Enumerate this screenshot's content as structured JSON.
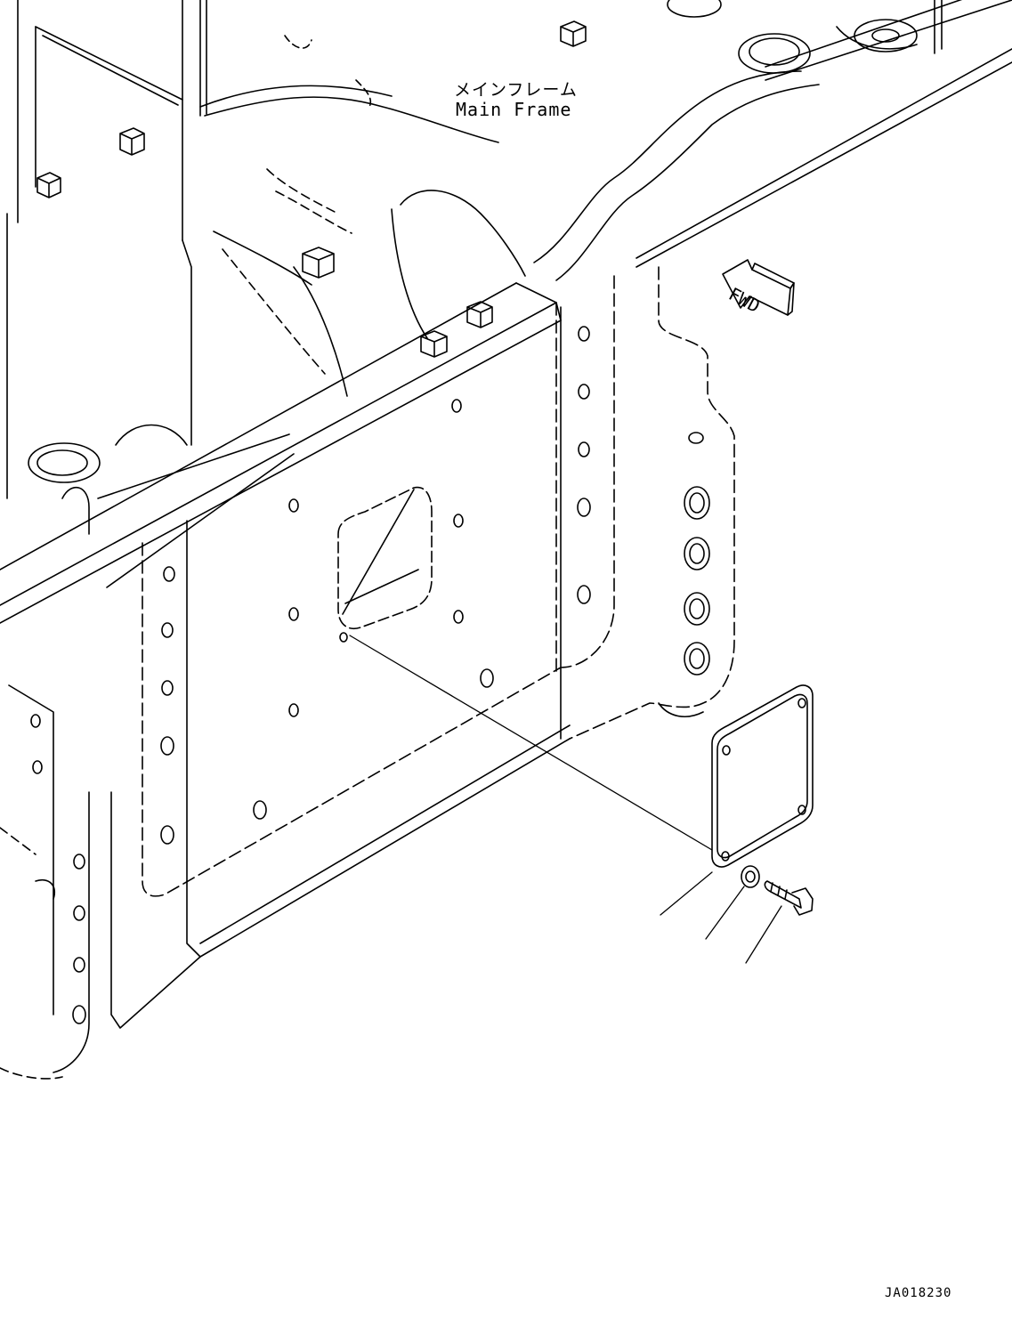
{
  "title_ja": "メインフレーム",
  "title_en": "Main Frame",
  "fwd_label": "FWD",
  "drawing_number": "JA018230",
  "colors": {
    "line": "#000000",
    "background": "#ffffff"
  }
}
